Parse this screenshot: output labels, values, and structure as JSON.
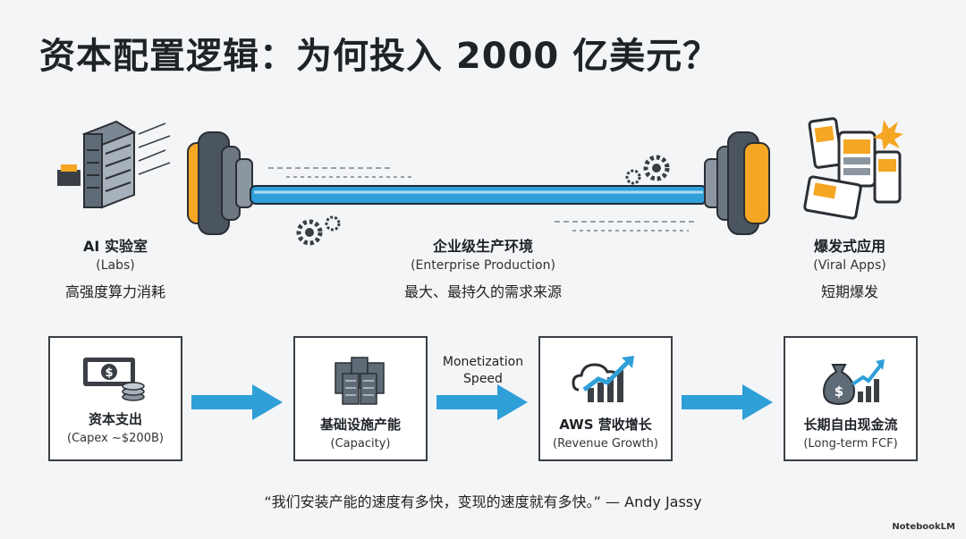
{
  "title": "资本配置逻辑：为何投入 2000 亿美元？",
  "hero": {
    "left": {
      "title": "AI 实验室",
      "sub": "(Labs)",
      "desc": "高强度算力消耗",
      "icon": "server-rack-icon"
    },
    "center": {
      "title": "企业级生产环境",
      "sub": "(Enterprise Production)",
      "desc": "最大、最持久的需求来源",
      "icon": "barbell-icon"
    },
    "right": {
      "title": "爆发式应用",
      "sub": "(Viral Apps)",
      "desc": "短期爆发",
      "icon": "mobile-devices-icon"
    }
  },
  "flow": [
    {
      "title": "资本支出",
      "sub": "(Capex ~$200B)",
      "icon": "money-icon"
    },
    {
      "title": "基础设施产能",
      "sub": "(Capacity)",
      "icon": "servers-icon"
    },
    {
      "title": "AWS 营收增长",
      "sub": "(Revenue Growth)",
      "icon": "cloud-growth-icon"
    },
    {
      "title": "长期自由现金流",
      "sub": "(Long-term FCF)",
      "icon": "money-bag-chart-icon"
    }
  ],
  "arrow_label": "Monetization Speed",
  "quote": "“我们安装产能的速度有多快，变现的速度就有多快。” — Andy Jassy",
  "brand": "NotebookLM",
  "colors": {
    "accent_blue": "#2f9fd8",
    "accent_orange": "#f5a623",
    "plate_gray": "#4a5560"
  }
}
